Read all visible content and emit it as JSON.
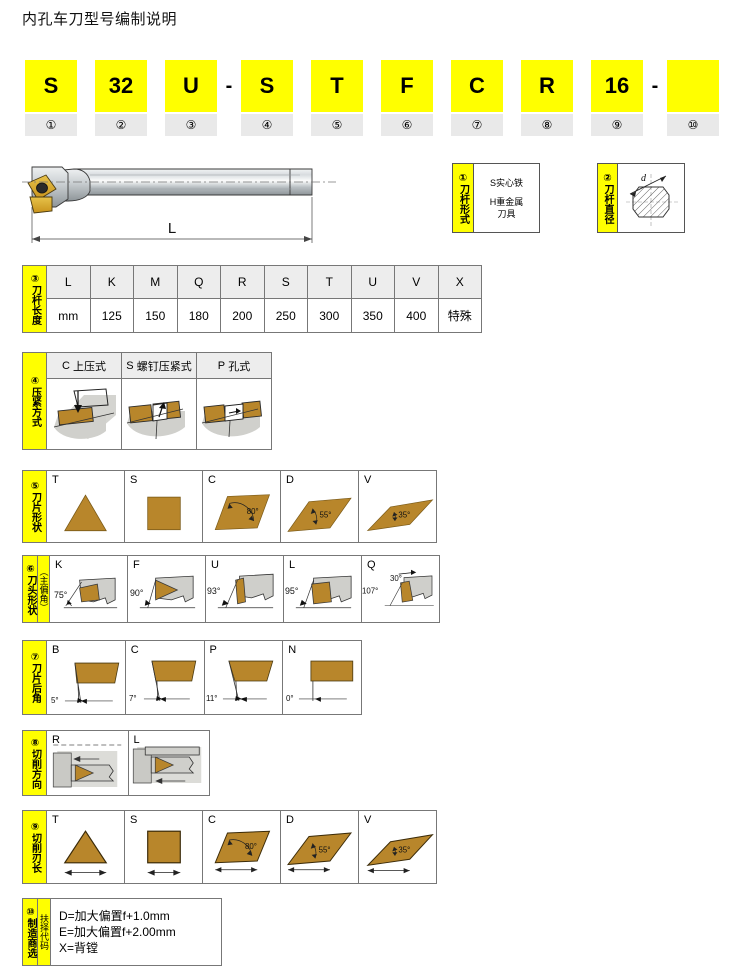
{
  "title": "内孔车刀型号编制说明",
  "code_strip": {
    "cells": [
      {
        "code": "S",
        "num": "①"
      },
      {
        "code": "32",
        "num": "②"
      },
      {
        "code": "U",
        "num": "③"
      },
      {
        "code": "S",
        "num": "④"
      },
      {
        "code": "T",
        "num": "⑤"
      },
      {
        "code": "F",
        "num": "⑥"
      },
      {
        "code": "C",
        "num": "⑦"
      },
      {
        "code": "R",
        "num": "⑧"
      },
      {
        "code": "16",
        "num": "⑨"
      },
      {
        "code": "",
        "num": "⑩"
      }
    ],
    "separator": "-",
    "box_color": "#ffff00",
    "num_bg_color": "#e9e9e9"
  },
  "tool_drawing": {
    "dimension_label": "L",
    "insert_color": "#d4a017",
    "shank_color": "#c9cdd0"
  },
  "legend1": {
    "num": "①",
    "label": "刀杆形式",
    "lines": [
      "S实心铁",
      "H重金属",
      "刀具"
    ]
  },
  "legend2": {
    "num": "②",
    "label": "刀杆直径",
    "dim": "d"
  },
  "row3": {
    "num": "③",
    "label": "刀杆长度",
    "header": [
      "L",
      "K",
      "M",
      "Q",
      "R",
      "S",
      "T",
      "U",
      "V",
      "X"
    ],
    "values": [
      "mm",
      "125",
      "150",
      "180",
      "200",
      "250",
      "300",
      "350",
      "400",
      "特殊"
    ]
  },
  "row4": {
    "num": "④",
    "label": "压紧方式",
    "items": [
      {
        "code": "C",
        "name": "上压式"
      },
      {
        "code": "S",
        "name": "螺钉压紧式"
      },
      {
        "code": "P",
        "name": "孔式"
      }
    ]
  },
  "row5": {
    "num": "⑤",
    "label": "刀片形状",
    "items": [
      {
        "code": "T",
        "shape": "triangle",
        "angle": ""
      },
      {
        "code": "S",
        "shape": "square",
        "angle": ""
      },
      {
        "code": "C",
        "shape": "rhombic80",
        "angle": "80°"
      },
      {
        "code": "D",
        "shape": "rhombic55",
        "angle": "55°"
      },
      {
        "code": "V",
        "shape": "rhombic35",
        "angle": "35°"
      }
    ]
  },
  "row6": {
    "num": "⑥",
    "label": "刀头形状",
    "sub_label": "（主偏角）",
    "items": [
      {
        "code": "K",
        "angle": "75°",
        "angle2": ""
      },
      {
        "code": "F",
        "angle": "90°",
        "angle2": ""
      },
      {
        "code": "U",
        "angle": "93°",
        "angle2": ""
      },
      {
        "code": "L",
        "angle": "95°",
        "angle2": ""
      },
      {
        "code": "Q",
        "angle": "107°",
        "angle2": "30°"
      }
    ]
  },
  "row7": {
    "num": "⑦",
    "label": "刀片后角",
    "items": [
      {
        "code": "B",
        "angle": "5°"
      },
      {
        "code": "C",
        "angle": "7°"
      },
      {
        "code": "P",
        "angle": "11°"
      },
      {
        "code": "N",
        "angle": "0°"
      }
    ]
  },
  "row8": {
    "num": "⑧",
    "label": "切削方向",
    "items": [
      {
        "code": "R"
      },
      {
        "code": "L"
      }
    ]
  },
  "row9": {
    "num": "⑨",
    "label": "切削刃长",
    "items": [
      {
        "code": "T",
        "shape": "triangle",
        "angle": ""
      },
      {
        "code": "S",
        "shape": "square",
        "angle": ""
      },
      {
        "code": "C",
        "shape": "rhombic80",
        "angle": "80°"
      },
      {
        "code": "D",
        "shape": "rhombic55",
        "angle": "55°"
      },
      {
        "code": "V",
        "shape": "rhombic35",
        "angle": "35°"
      }
    ]
  },
  "row10": {
    "num": "⑩",
    "label": "制造商选",
    "sub_label": "扶择代码",
    "note": "D=加大偏置f+1.0mm\nE=加大偏置f+2.00mm\nX=背镗"
  }
}
